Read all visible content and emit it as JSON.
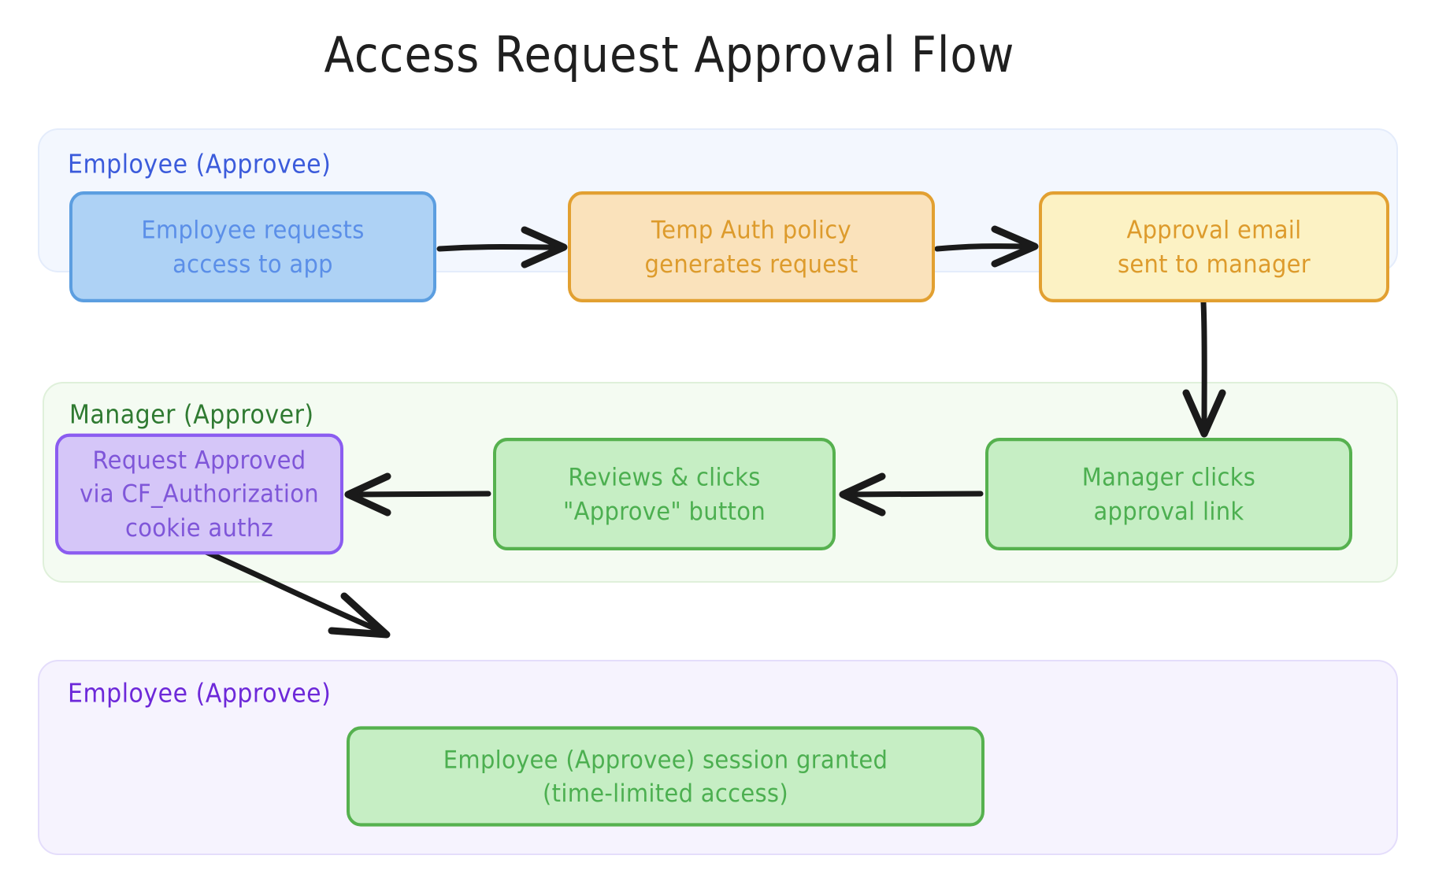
{
  "title": "Access Request Approval Flow",
  "lanes": [
    {
      "id": "employee-top",
      "label": "Employee (Approvee)",
      "color": "#3b5bdb",
      "background": "#f3f7fe"
    },
    {
      "id": "manager",
      "label": "Manager (Approver)",
      "color": "#2f7a31",
      "background": "#f4fbf2"
    },
    {
      "id": "employee-bottom",
      "label": "Employee (Approvee)",
      "color": "#6d28d9",
      "background": "#f6f3fe"
    }
  ],
  "nodes": [
    {
      "id": "employee-request",
      "lane": "employee-top",
      "line1": "Employee requests",
      "line2": "access to app",
      "fill": "#aed2f5",
      "border": "#5c9ee0",
      "text": "#5b8fe8"
    },
    {
      "id": "temp-auth",
      "lane": "employee-top",
      "line1": "Temp Auth policy",
      "line2": "generates request",
      "fill": "#fae2bb",
      "border": "#e2a031",
      "text": "#dd9b2c"
    },
    {
      "id": "approval-email",
      "lane": "employee-top",
      "line1": "Approval email",
      "line2": "sent to manager",
      "fill": "#fcf2c4",
      "border": "#e2a031",
      "text": "#dd9b2c"
    },
    {
      "id": "request-approved",
      "lane": "manager",
      "line1": "Request Approved",
      "line2": "via CF_Authorization",
      "line3": "cookie authz",
      "fill": "#d5c6f8",
      "border": "#8b5cf0",
      "text": "#7f56d9"
    },
    {
      "id": "reviews-clicks",
      "lane": "manager",
      "line1": "Reviews & clicks",
      "line2": "\"Approve\" button",
      "fill": "#c6eec4",
      "border": "#56b14f",
      "text": "#4caf50"
    },
    {
      "id": "manager-clicks",
      "lane": "manager",
      "line1": "Manager clicks",
      "line2": "approval link",
      "fill": "#c6eec4",
      "border": "#56b14f",
      "text": "#4caf50"
    },
    {
      "id": "session-granted",
      "lane": "employee-bottom",
      "line1": "Employee (Approvee) session granted",
      "line2": "(time-limited access)",
      "fill": "#c6eec4",
      "border": "#56b14f",
      "text": "#4caf50"
    }
  ],
  "edges": [
    {
      "id": "employee-request-to-temp-auth",
      "from": "employee-request",
      "to": "temp-auth",
      "direction": "right"
    },
    {
      "id": "temp-auth-to-approval-email",
      "from": "temp-auth",
      "to": "approval-email",
      "direction": "right"
    },
    {
      "id": "approval-email-to-manager-clicks",
      "from": "approval-email",
      "to": "manager-clicks",
      "direction": "down"
    },
    {
      "id": "manager-clicks-to-reviews-clicks",
      "from": "manager-clicks",
      "to": "reviews-clicks",
      "direction": "left"
    },
    {
      "id": "reviews-clicks-to-request-approved",
      "from": "reviews-clicks",
      "to": "request-approved",
      "direction": "left"
    },
    {
      "id": "request-approved-to-session-granted",
      "from": "request-approved",
      "to": "session-granted",
      "direction": "down-right"
    }
  ],
  "arrow_color": "#1a1a1a"
}
